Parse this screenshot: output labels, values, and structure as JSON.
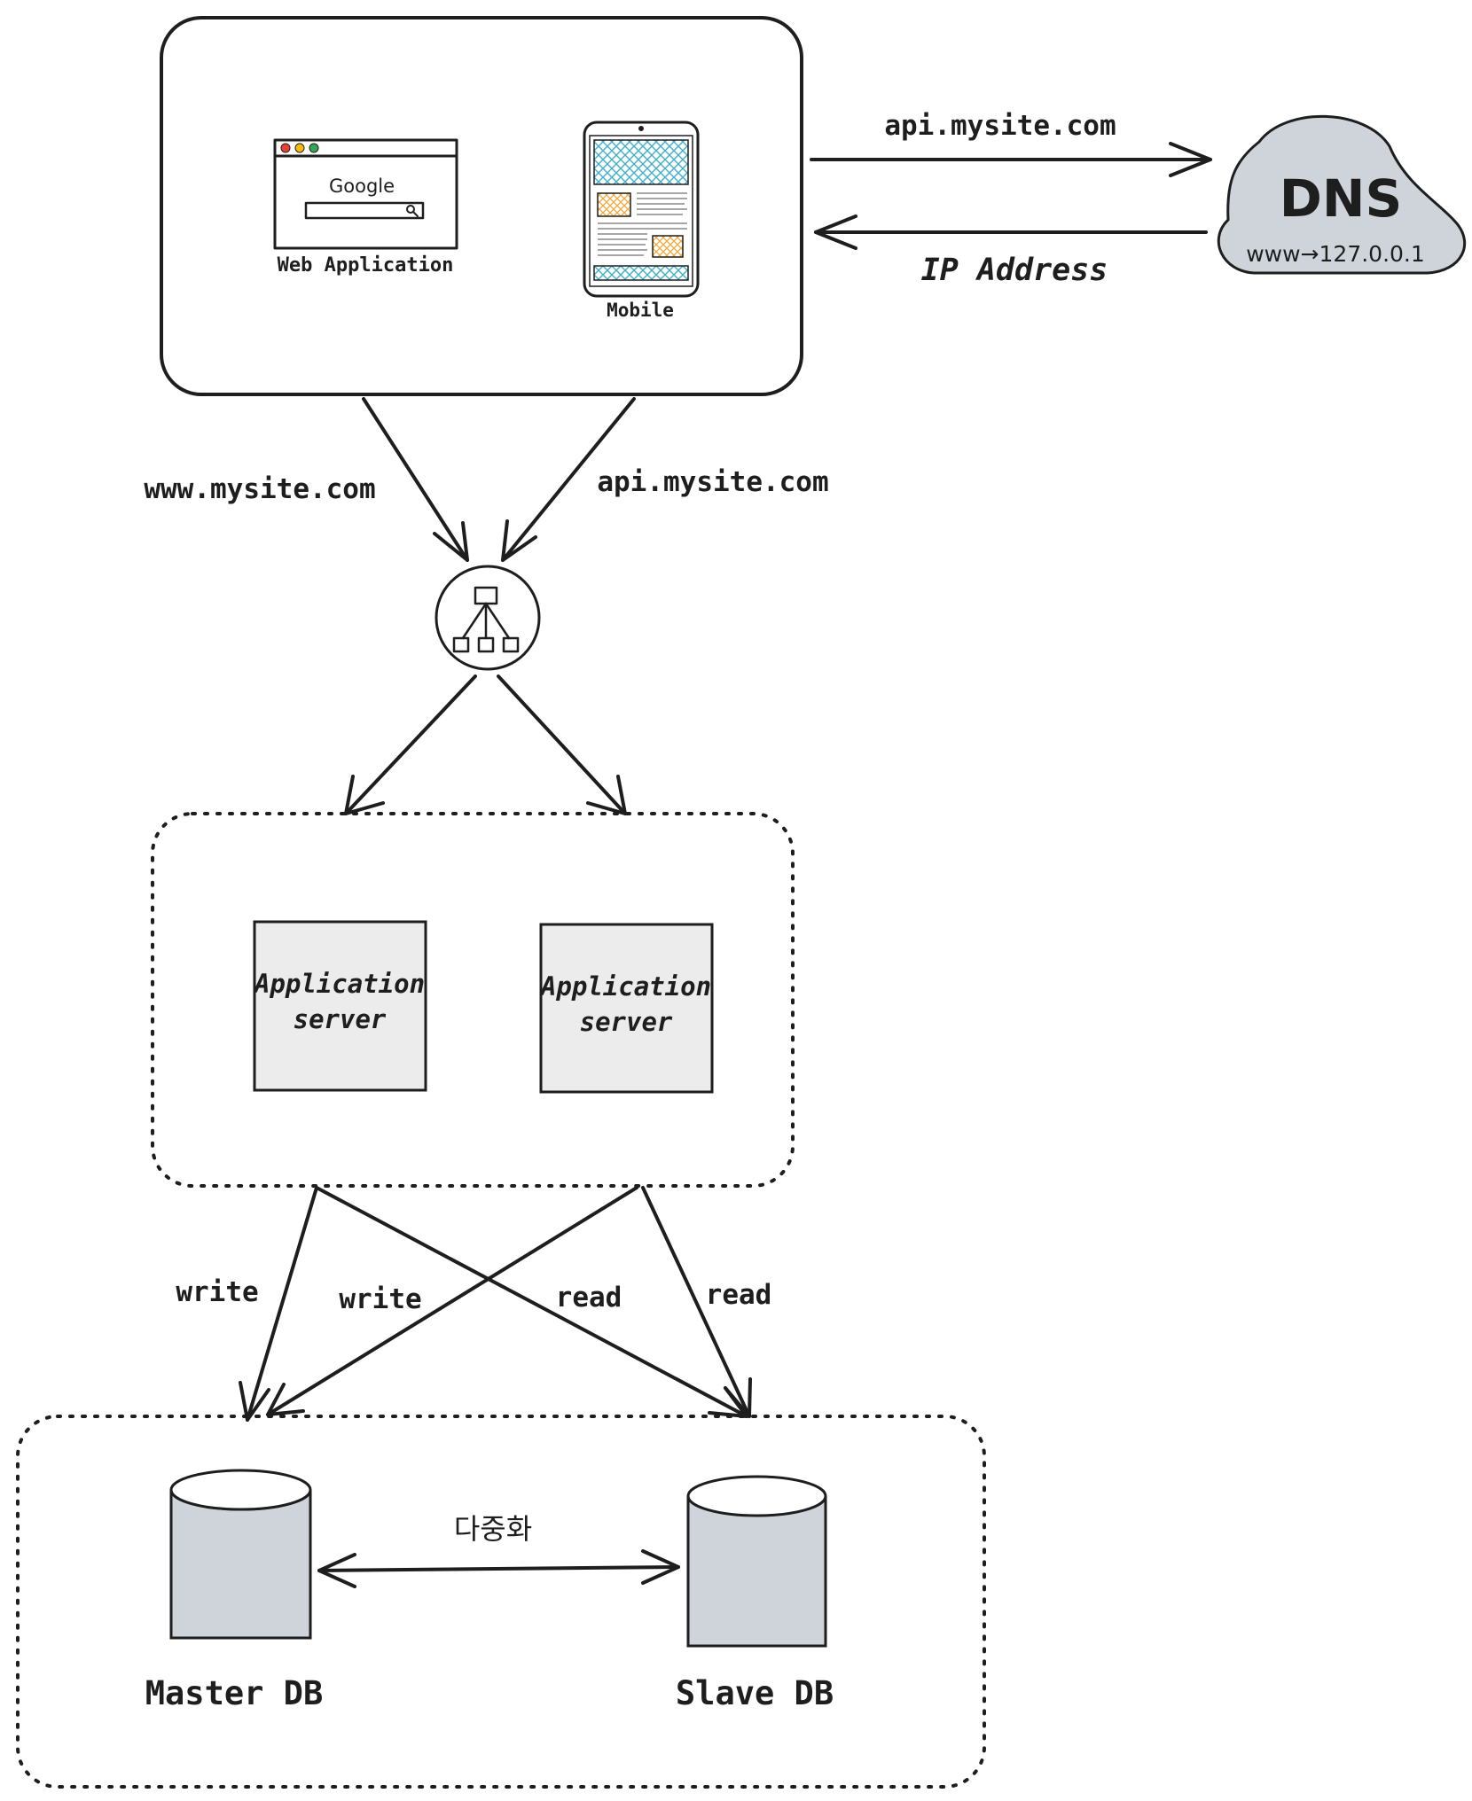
{
  "clients": {
    "web_label": "Web Application",
    "web_search_logo": "Google",
    "mobile_label": "Mobile"
  },
  "dns": {
    "title": "DNS",
    "mapping": "www→127.0.0.1",
    "request_label": "api.mysite.com",
    "response_label": "IP Address"
  },
  "routes": {
    "www_label": "www.mysite.com",
    "api_label": "api.mysite.com"
  },
  "servers": {
    "server1_line1": "Application",
    "server1_line2": "server",
    "server2_line1": "Application",
    "server2_line2": "server"
  },
  "db_links": {
    "write_left": "write",
    "write_right": "write",
    "read_left": "read",
    "read_right": "read"
  },
  "databases": {
    "master_label": "Master DB",
    "slave_label": "Slave DB",
    "replication_label": "다중화"
  },
  "colors": {
    "ink": "#1e1e1e",
    "dns_cloud": "#ced4da",
    "server_fill": "#ececec",
    "db_fill": "#ced4da",
    "mobile_hatch_blue": "#3fb0c8",
    "mobile_hatch_orange": "#f2a93b",
    "google_blue": "#4285f4",
    "google_red": "#ea4335",
    "google_yellow": "#fbbc05",
    "google_green": "#34a853"
  }
}
